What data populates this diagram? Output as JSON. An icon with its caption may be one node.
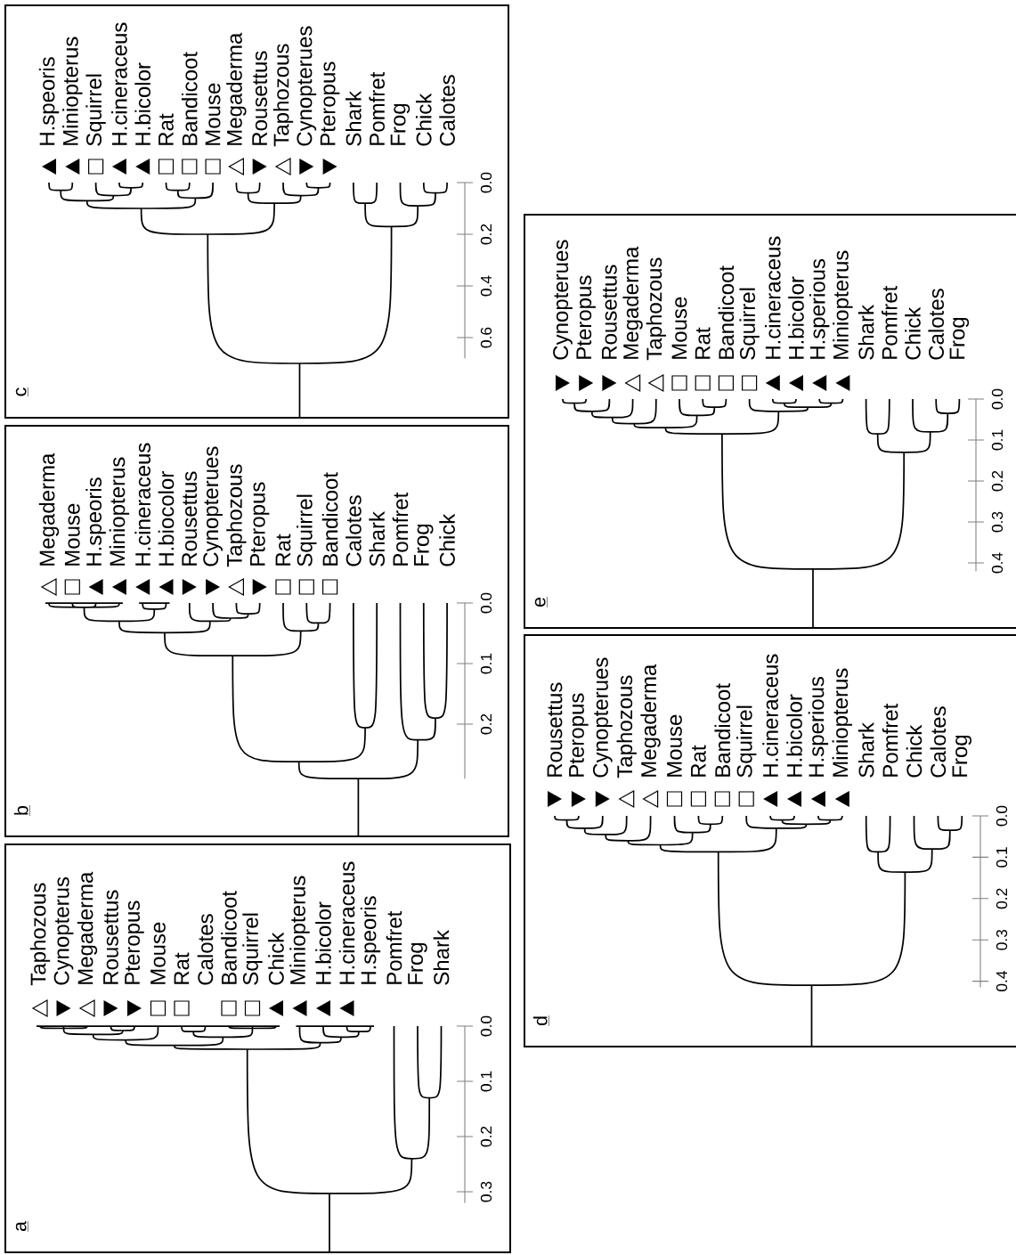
{
  "diagram": {
    "nodes": [
      {
        "text": [
          "a",
          "Taphozous",
          "Cynopterus",
          "Megaderma",
          "Rousettus",
          "Pteropus",
          "Mouse",
          "Rat",
          "Calotes",
          "Bandicoot",
          "Squirrel",
          "Chick",
          "Miniopterus",
          "H.bicolor",
          "H.cineraceus",
          "H.speoris",
          "Pomfret",
          "Frog",
          "Shark",
          "0.3",
          "0.2",
          "0.1",
          "0.0"
        ]
      },
      {
        "text": [
          "b",
          "Megaderma",
          "Mouse",
          "H.speoris",
          "Miniopterus",
          "H.cineraceus",
          "H.biocolor",
          "Rousettus",
          "Cynopterues",
          "Taphozous",
          "Pteropus",
          "Rat",
          "Squirrel",
          "Bandicoot",
          "Calotes",
          "Shark",
          "Pomfret",
          "Frog",
          "Chick",
          "0.2",
          "0.1",
          "0.0"
        ]
      },
      {
        "text": [
          "c",
          "H.speoris",
          "Miniopterus",
          "Squirrel",
          "H.cineraceus",
          "H.bicolor",
          "Rat",
          "Bandicoot",
          "Mouse",
          "Megaderma",
          "Rousettus",
          "Taphozous",
          "Cynopterues",
          "Pteropus",
          "Shark",
          "Pomfret",
          "Frog",
          "Chick",
          "Calotes",
          "0.6",
          "0.4",
          "0.2",
          "0.0"
        ]
      },
      {
        "text": [
          "d",
          "Rousettus",
          "Pteropus",
          "Cynopterues",
          "Taphozous",
          "Megaderma",
          "Mouse",
          "Rat",
          "Bandicoot",
          "Squirrel",
          "H.cineraceus",
          "H.bicolor",
          "H.sperious",
          "Miniopterus",
          "Shark",
          "Pomfret",
          "Chick",
          "Calotes",
          "Frog",
          "0.4",
          "0.3",
          "0.2",
          "0.1",
          "0.0"
        ]
      },
      {
        "text": [
          "e",
          "Cynopterues",
          "Pteropus",
          "Rousettus",
          "Megaderma",
          "Taphozous",
          "Mouse",
          "Rat",
          "Bandicoot",
          "Squirrel",
          "H.cineraceus",
          "H.bicolor",
          "H.sperious",
          "Miniopterus",
          "Shark",
          "Pomfret",
          "Chick",
          "Calotes",
          "Frog",
          "0.4",
          "0.3",
          "0.2",
          "0.1",
          "0.0"
        ]
      }
    ]
  }
}
